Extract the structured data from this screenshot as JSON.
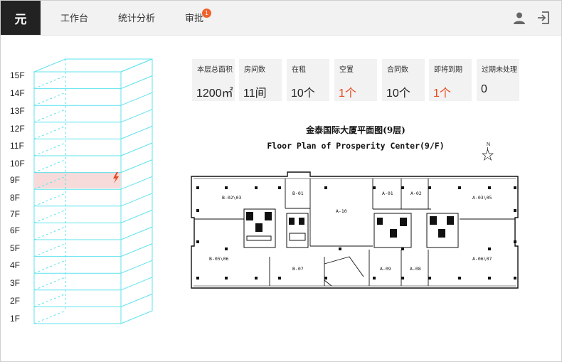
{
  "app": {
    "logo_text": "元"
  },
  "nav": [
    {
      "label": "工作台"
    },
    {
      "label": "统计分析"
    },
    {
      "label": "审批",
      "badge": "1"
    }
  ],
  "header_icons": [
    "user-icon",
    "logout-icon"
  ],
  "building": {
    "floors": [
      "15F",
      "14F",
      "13F",
      "12F",
      "11F",
      "10F",
      "9F",
      "8F",
      "7F",
      "6F",
      "5F",
      "4F",
      "3F",
      "2F",
      "1F"
    ],
    "selected_floor": "9F",
    "alert_icon": "lightning-icon"
  },
  "stats": [
    {
      "label": "本层总面积",
      "value": "1200㎡",
      "highlight": false
    },
    {
      "label": "房间数",
      "value": "11间",
      "highlight": false
    },
    {
      "label": "在租",
      "value": "10个",
      "highlight": false
    },
    {
      "label": "空置",
      "value": "1个",
      "highlight": true
    },
    {
      "label": "合同数",
      "value": "10个",
      "highlight": false
    },
    {
      "label": "即将到期",
      "value": "1个",
      "highlight": true
    },
    {
      "label": "过期未处理",
      "value": "0",
      "highlight": false
    }
  ],
  "plan": {
    "title_cn": "金泰国际大厦平面图(9层)",
    "title_en": "Floor Plan of Prosperity Center(9/F)",
    "north_label": "N",
    "rooms": [
      "B-02\\03",
      "B-01",
      "A-10",
      "A-01",
      "A-02",
      "A-03\\05",
      "B-05\\06",
      "B-07",
      "A-09",
      "A-08",
      "A-06\\07"
    ]
  },
  "colors": {
    "accent": "#e8481d",
    "building_line": "#5fe3ee",
    "selected_floor_fill": "#f7dada",
    "badge": "#f0622d"
  }
}
